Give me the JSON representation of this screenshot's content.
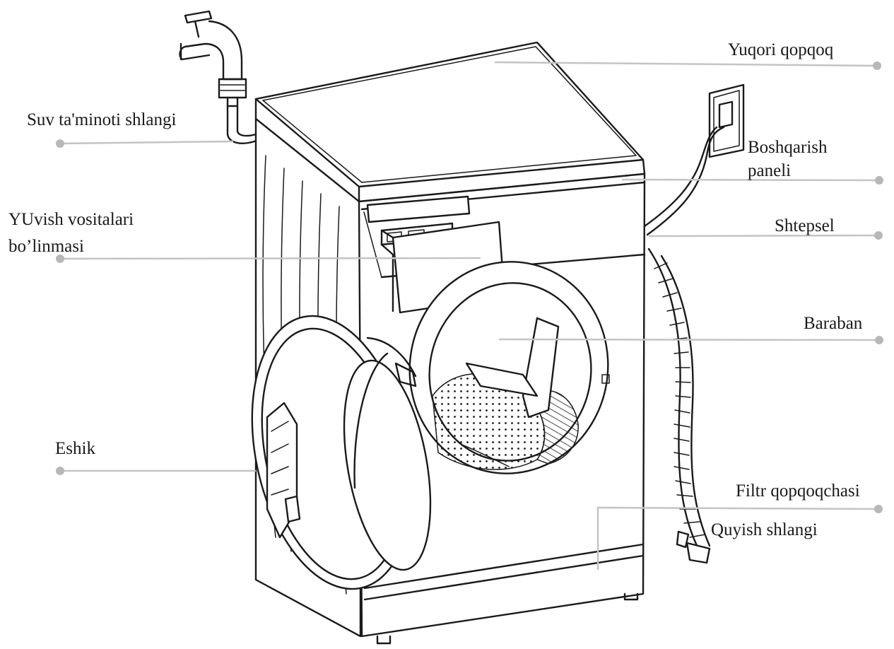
{
  "labels": {
    "top_cover": "Yuqori qopqoq",
    "water_hose": "Suv ta'minoti shlangi",
    "control_panel_line1": "Boshqarish",
    "control_panel_line2": "paneli",
    "detergent_line1": "YUvish vositalari",
    "detergent_line2": "bo’linmasi",
    "plug": "Shtepsel",
    "drum": "Baraban",
    "door": "Eshik",
    "filter_cover": "Filtr qopqoqchasi",
    "drain_hose": "Quyish shlangi"
  },
  "colors": {
    "ink": "#1a1a1a",
    "leader": "#c4c4c4",
    "dot": "#b8b8b8"
  }
}
